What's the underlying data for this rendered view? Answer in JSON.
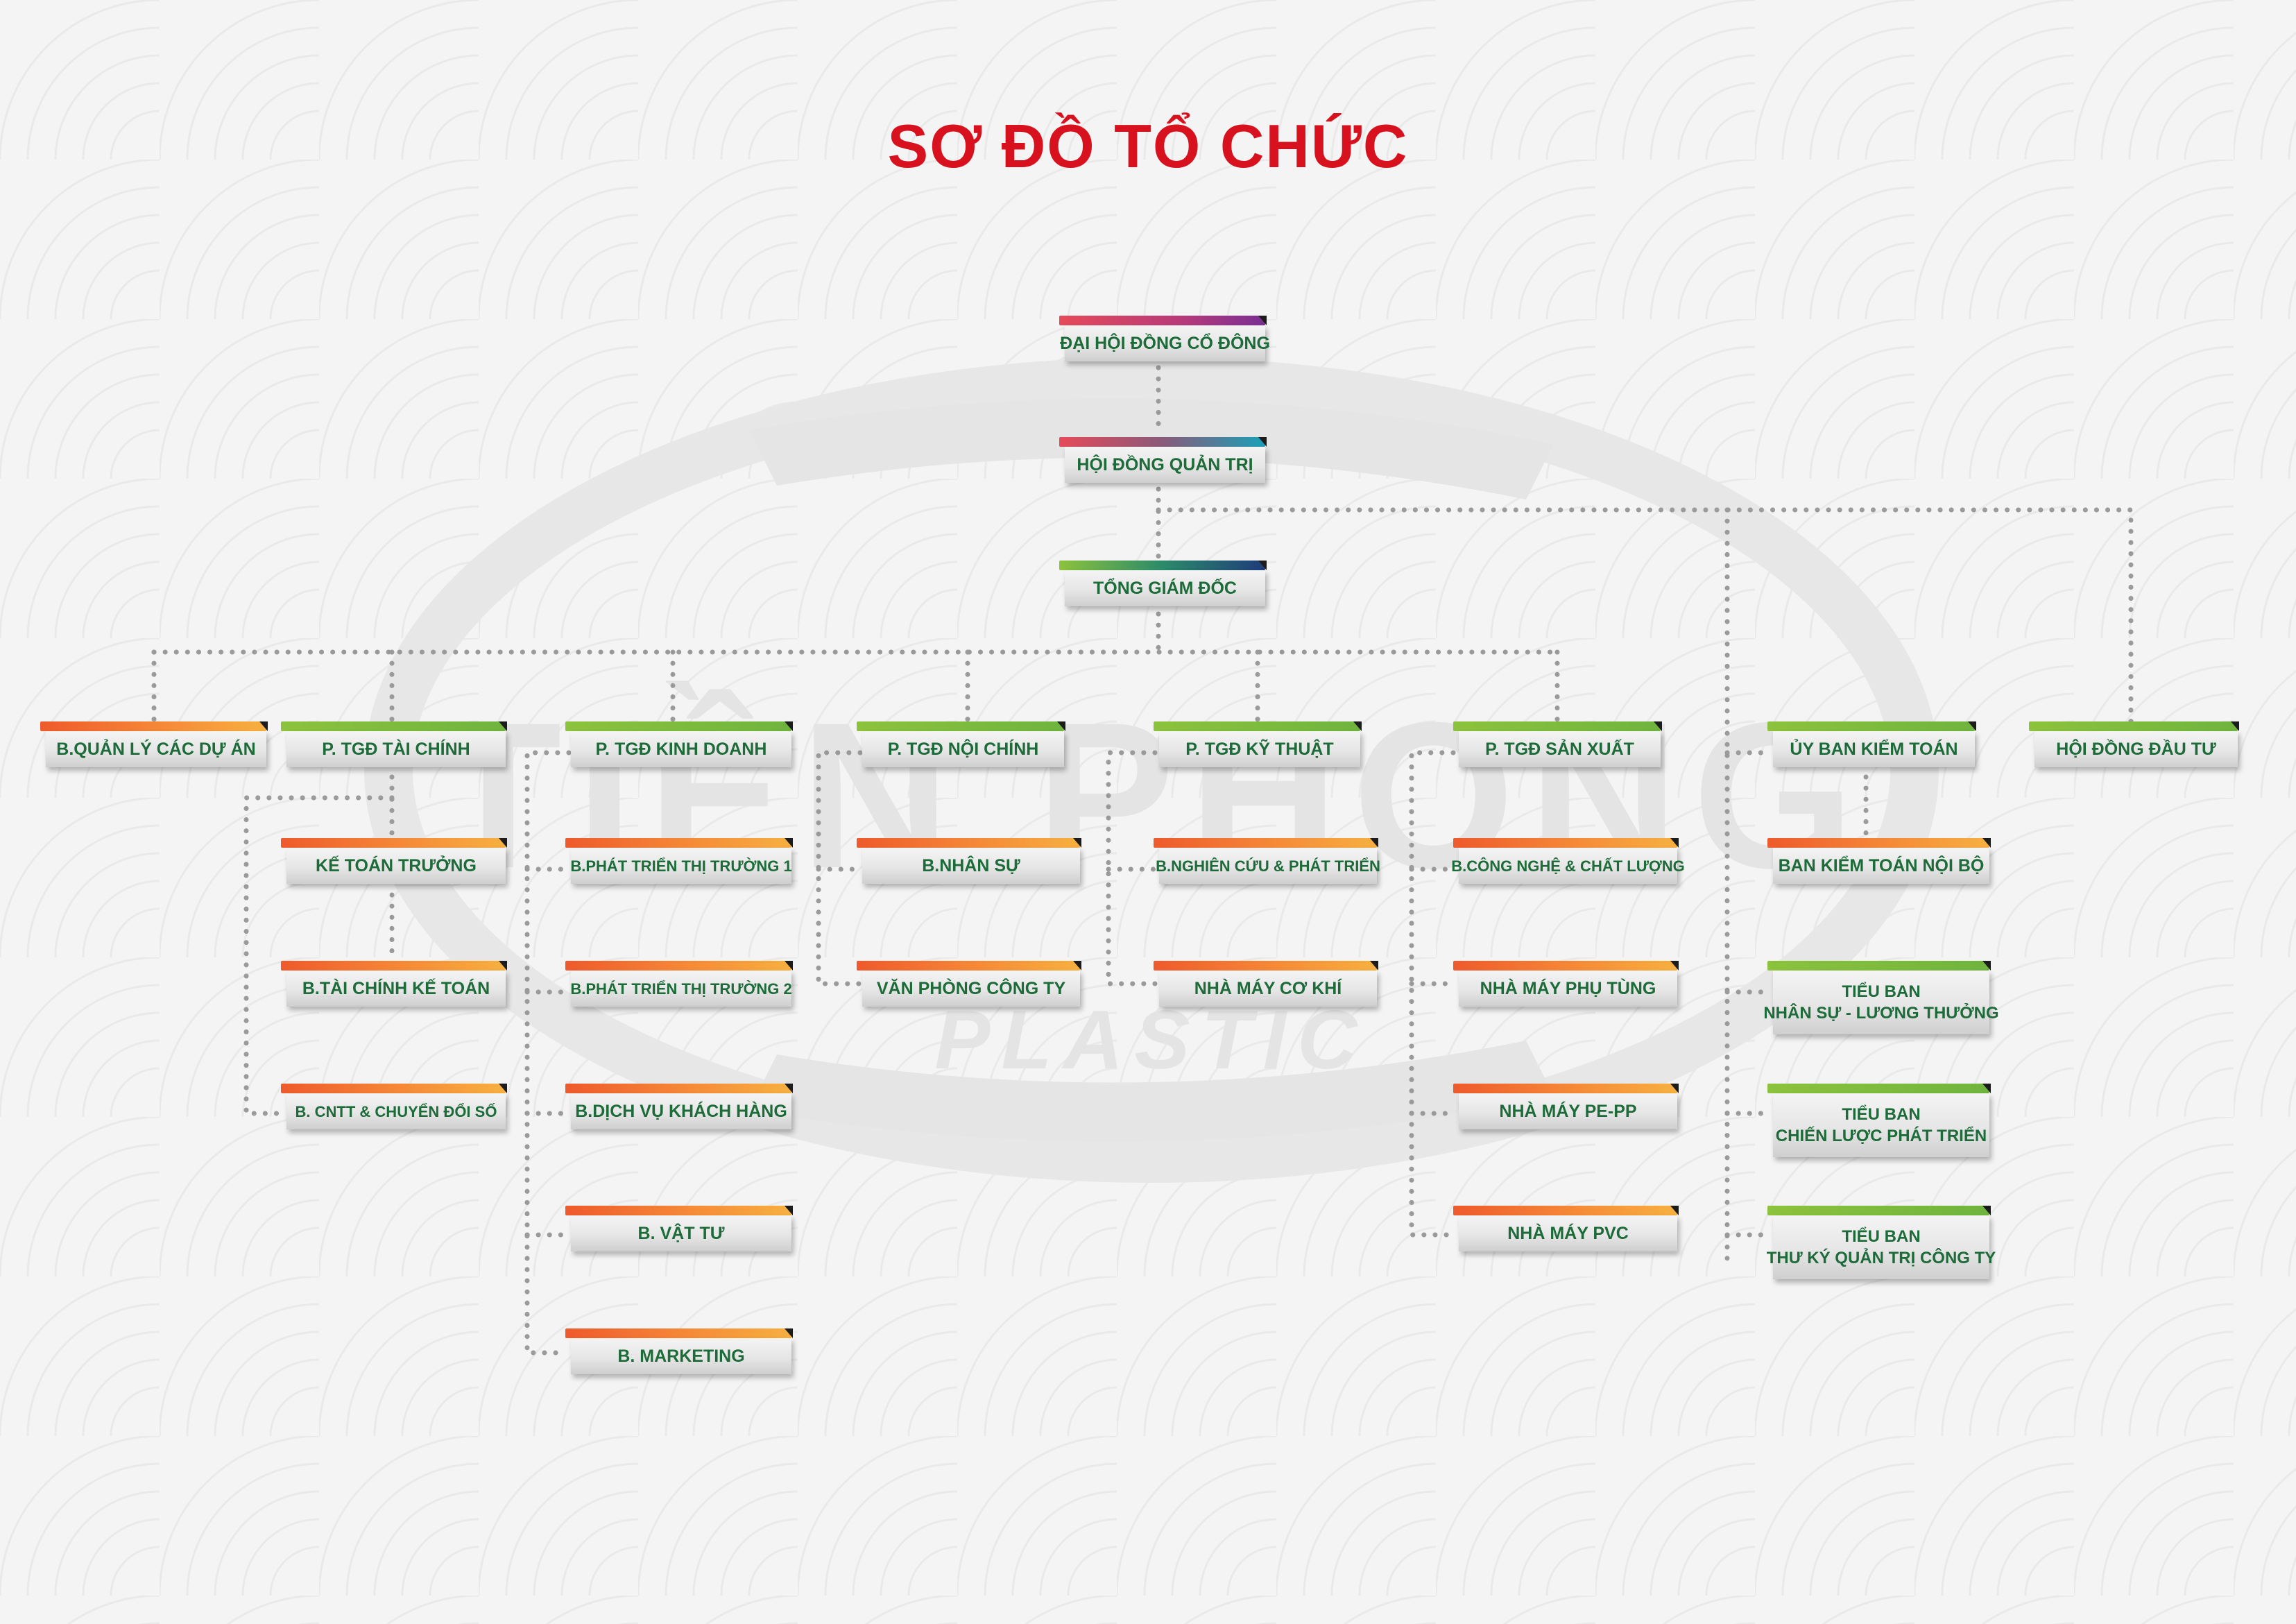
{
  "title": "SƠ ĐỒ TỔ CHỨC",
  "watermark": {
    "brand": "TIỀN PHONG",
    "sub": "PLASTIC"
  },
  "colors": {
    "title": "#d7111e",
    "node_text": "#1d6b39",
    "connector": "#9a9a9a",
    "orange_bar": "#f58a38",
    "green_bar": "#8cc23d"
  },
  "nodes": {
    "dhdcd": "ĐẠI HỘI ĐỒNG CỔ ĐÔNG",
    "hdqt": "HỘI ĐỒNG QUẢN TRỊ",
    "tgd": "TỔNG GIÁM ĐỐC",
    "qlda": "B.QUẢN LÝ CÁC DỰ ÁN",
    "tc": "P. TGĐ TÀI CHÍNH",
    "kd": "P. TGĐ KINH DOANH",
    "nc": "P. TGĐ NỘI CHÍNH",
    "kt": "P. TGĐ KỸ THUẬT",
    "sx": "P. TGĐ SẢN XUẤT",
    "ubkt": "ỦY BAN KIỂM TOÁN",
    "hddt": "HỘI ĐỒNG ĐẦU TƯ",
    "ktt": "KẾ TOÁN TRƯỞNG",
    "tckt": "B.TÀI CHÍNH KẾ TOÁN",
    "cntt": "B. CNTT & CHUYỂN ĐỔI SỐ",
    "pttt1": "B.PHÁT TRIỂN THỊ TRƯỜNG 1",
    "pttt2": "B.PHÁT TRIỂN THỊ TRƯỜNG 2",
    "dvkh": "B.DỊCH VỤ KHÁCH HÀNG",
    "vattu": "B. VẬT TƯ",
    "marketing": "B. MARKETING",
    "nhansu": "B.NHÂN SỰ",
    "vpct": "VĂN PHÒNG CÔNG TY",
    "nckh": "B.NGHIÊN CỨU & PHÁT TRIỂN",
    "nmck": "NHÀ MÁY CƠ KHÍ",
    "cncl": "B.CÔNG NGHỆ & CHẤT LƯỢNG",
    "nmpt": "NHÀ MÁY PHỤ TÙNG",
    "nmpe": "NHÀ MÁY PE-PP",
    "nmpvc": "NHÀ MÁY PVC",
    "bktnb": "BAN KIỂM TOÁN NỘI BỘ",
    "tb_ns": [
      "TIỂU BAN",
      "NHÂN SỰ - LƯƠNG THƯỞNG"
    ],
    "tb_cl": [
      "TIỂU BAN",
      "CHIẾN LƯỢC PHÁT TRIỂN"
    ],
    "tb_tk": [
      "TIỂU BAN",
      "THƯ KÝ QUẢN TRỊ CÔNG TY"
    ]
  }
}
